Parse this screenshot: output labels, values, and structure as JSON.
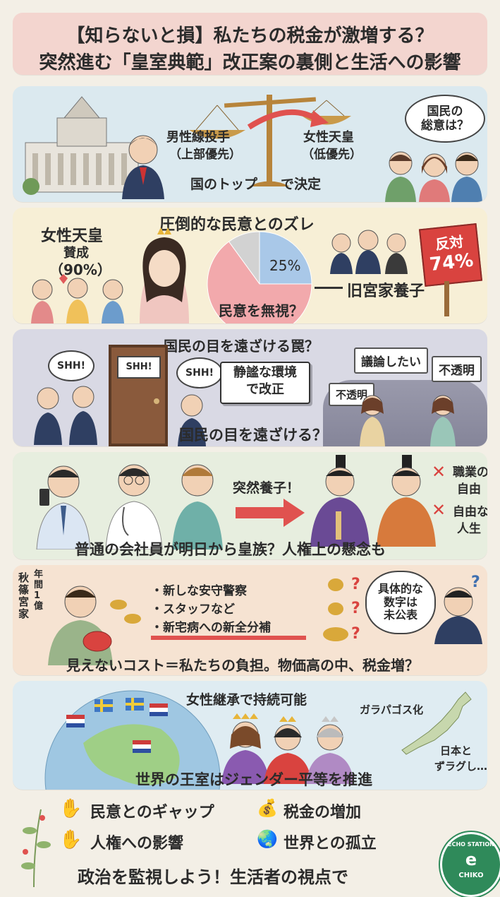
{
  "header": {
    "line1": "【知らないと損】私たちの税金が激増する？",
    "line2": "突然進む「皇室典範」改正案の裏側と生活への影響"
  },
  "panel1": {
    "left_pan_line1": "男性線投手",
    "left_pan_line2": "（上部優先）",
    "right_pan_line1": "女性天皇",
    "right_pan_line2": "（低優先）",
    "bottom_left": "国のトップ",
    "bottom_right": "で決定",
    "bubble": "国民の\n総意は？"
  },
  "panel2": {
    "title": "圧倒的な民意とのズレ",
    "support_line1": "女性天皇",
    "support_line2": "賛成",
    "support_line3": "（90%）",
    "pie_pct": "25%",
    "pie_label": "旧宮家養子",
    "ignore": "民意を無視？",
    "oppose_line1": "反対",
    "oppose_line2": "74%",
    "pie_values": [
      65,
      25,
      10
    ]
  },
  "panel3": {
    "top": "国民の目を遠ざける罠？",
    "shh1": "SHH!",
    "door_sign": "SHH!",
    "shh2": "SHH!",
    "quiet_line1": "静謐な環境",
    "quiet_line2": "で改正",
    "sign1": "議論したい",
    "sign2": "不透明",
    "sign3": "不透明",
    "bottom": "国民の目を遠ざける？"
  },
  "panel4": {
    "arrow_label": "突然養子！",
    "x1_line1": "職業の",
    "x1_line2": "自由",
    "x2_line1": "自由な",
    "x2_line2": "人生",
    "bottom": "普通の会社員が明日から皇族？人権上の懸念も"
  },
  "panel5": {
    "side_vertical": "秋篠宮家",
    "side_vertical2": "年間1億",
    "item1": "・新しな安守警察",
    "item2": "・スタッフなど",
    "item3": "・新宅病への新全分補",
    "bubble": "具体的な\n数字は\n未公表",
    "bottom": "見えないコスト＝私たちの負担。物価高の中、税金増？"
  },
  "panel6": {
    "top": "女性継承で持続可能",
    "galapagos": "ガラパゴス化",
    "japan_line1": "日本と",
    "japan_line2": "ずラグし…",
    "bottom": "世界の王室はジェンダー平等を推進"
  },
  "summary": {
    "item1": "民意とのギャップ",
    "item2": "税金の増加",
    "item3": "人権への影響",
    "item4": "世界との孤立",
    "cta": "政治を監視しよう！生活者の視点で"
  },
  "logo": {
    "top_text": "ECHO STATION",
    "bottom_text": "CHIKO"
  },
  "colors": {
    "header_bg": "#f3d5cf",
    "panel_blue": "#dbe9ef",
    "panel_yellow": "#f7efd6",
    "panel_purple": "#d9d9e4",
    "panel_green": "#e7eedf",
    "panel_peach": "#f6e3d2",
    "panel_sky": "#dfecf2",
    "accent_red": "#e0524f",
    "logo_green": "#2f8a5a"
  },
  "icons": [
    "scale-icon",
    "diet-building-icon",
    "pie-chart-icon",
    "door-icon",
    "arrow-icon",
    "coin-icon",
    "globe-icon",
    "money-bag-icon",
    "hand-icon"
  ]
}
